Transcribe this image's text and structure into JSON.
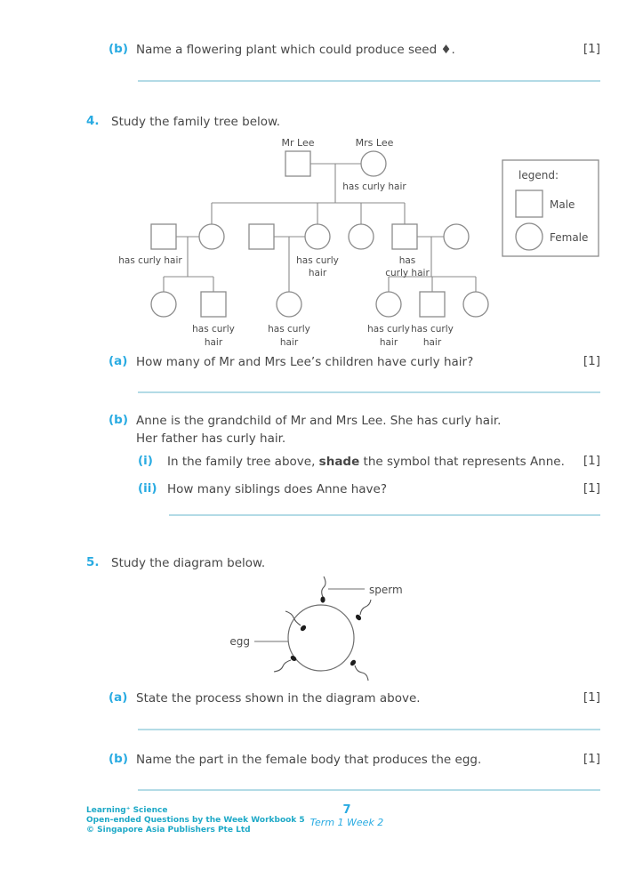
{
  "q3b": {
    "marker": "(b)",
    "text": "Name a flowering plant which could produce seed ♦.",
    "marks": "[1]"
  },
  "q4": {
    "number": "4.",
    "prompt": "Study the family tree below.",
    "a": {
      "marker": "(a)",
      "text": "How many of Mr and Mrs Lee’s children have curly hair?",
      "marks": "[1]"
    },
    "b": {
      "marker": "(b)",
      "line1": "Anne is the grandchild of Mr and Mrs Lee. She has curly hair.",
      "line2": "Her father has curly hair.",
      "i": {
        "marker": "(i)",
        "pre": "In the family tree above, ",
        "bold": "shade",
        "post": " the symbol that represents Anne.",
        "marks": "[1]"
      },
      "ii": {
        "marker": "(ii)",
        "text": "How many siblings does Anne have?",
        "marks": "[1]"
      }
    }
  },
  "tree": {
    "mr_lee": "Mr Lee",
    "mrs_lee": "Mrs Lee",
    "mrs_lee_trait": "has curly hair",
    "g2_husband_a_trait": "has curly hair",
    "g2_wife_b_trait1": "has curly",
    "g2_wife_b_trait2": "hair",
    "g2_son_c_trait1": "has",
    "g2_son_c_trait2": "curly hair",
    "g3_a2_trait1": "has curly",
    "g3_a2_trait2": "hair",
    "g3_b1_trait1": "has curly",
    "g3_b1_trait2": "hair",
    "g3_c1_trait1": "has curly",
    "g3_c1_trait2": "hair",
    "g3_c2_trait1": "has curly",
    "g3_c2_trait2": "hair"
  },
  "legend": {
    "title": "legend:",
    "male": "Male",
    "female": "Female"
  },
  "q5": {
    "number": "5.",
    "prompt": "Study the diagram below.",
    "diagram": {
      "sperm_label": "sperm",
      "egg_label": "egg"
    },
    "a": {
      "marker": "(a)",
      "text": "State the process shown in the diagram above.",
      "marks": "[1]"
    },
    "b": {
      "marker": "(b)",
      "text": "Name the part in the female body that produces the egg.",
      "marks": "[1]"
    }
  },
  "footer": {
    "imprint_line1": "Learning⁺ Science",
    "imprint_line2": "Open-ended Questions by the Week Workbook 5",
    "imprint_line3": "© Singapore Asia Publishers Pte Ltd",
    "page_number": "7",
    "term": "Term 1 Week 2"
  },
  "colors": {
    "accent_cyan": "#29abe2",
    "footer_teal": "#1ea9c7",
    "rule_blue": "#b3dbe6"
  }
}
